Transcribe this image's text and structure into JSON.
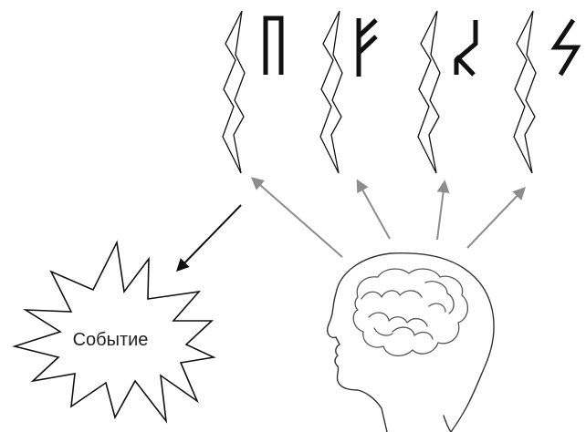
{
  "diagram": {
    "event_label": "Событие",
    "runes": [
      "uruz-rune",
      "ansuz-rune",
      "eihwaz-rune",
      "sowilo-rune"
    ],
    "lightning_count": 4,
    "colors": {
      "stroke": "#111111",
      "brain_arrows": "#8c8c8c",
      "event_arrow": "#111111",
      "background": "#ffffff"
    }
  }
}
